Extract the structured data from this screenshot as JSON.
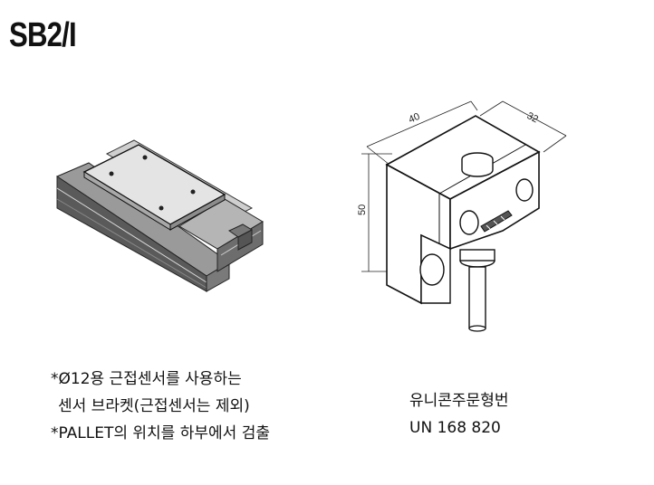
{
  "title": "SB2/I",
  "notes": [
    "*Ø12용 근접센서를 사용하는",
    "센서 브라켓(근접센서는 제외)",
    "*PALLET의 위치를 하부에서 검출"
  ],
  "order": {
    "label": "유니콘주문형번",
    "code": "UN 168 820"
  },
  "dimensions": {
    "width": "40",
    "depth": "32",
    "height": "50"
  }
}
